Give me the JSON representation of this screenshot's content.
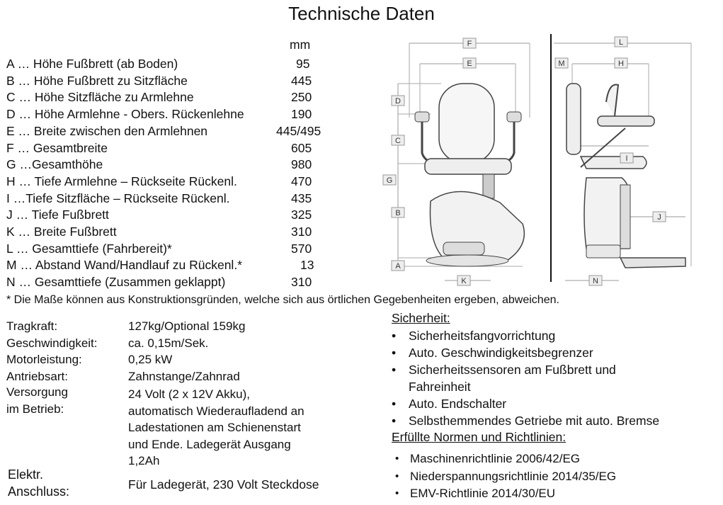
{
  "title": "Technische Daten",
  "unit": "mm",
  "dimensions": [
    {
      "label": "A … Höhe Fußbrett (ab Boden)",
      "value": "95"
    },
    {
      "label": "B … Höhe Fußbrett zu Sitzfläche",
      "value": "445"
    },
    {
      "label": "C … Höhe Sitzfläche zu Armlehne",
      "value": "250"
    },
    {
      "label": "D … Höhe Armlehne - Obers. Rückenlehne",
      "value": "190"
    },
    {
      "label": "E … Breite zwischen den Armlehnen",
      "value": "445/495"
    },
    {
      "label": "F … Gesamtbreite",
      "value": "605"
    },
    {
      "label": "G …Gesamthöhe",
      "value": "980"
    },
    {
      "label": "H … Tiefe Armlehne – Rückseite Rückenl.",
      "value": "470"
    },
    {
      "label": "I …Tiefe Sitzfläche – Rückseite Rückenl.",
      "value": "435"
    },
    {
      "label": "J … Tiefe Fußbrett",
      "value": "325"
    },
    {
      "label": "K … Breite Fußbrett",
      "value": "310"
    },
    {
      "label": "L … Gesamttiefe (Fahrbereit)*",
      "value": "570"
    },
    {
      "label": "M … Abstand Wand/Handlauf zu Rückenl.*",
      "value": "13"
    },
    {
      "label": "N … Gesamttiefe (Zusammen geklappt)",
      "value": "310"
    }
  ],
  "footnote": "* Die Maße können aus Konstruktionsgründen, welche sich aus örtlichen Gegebenheiten ergeben, abweichen.",
  "specs": [
    {
      "label": "Tragkraft:",
      "value": "127kg/Optional 159kg"
    },
    {
      "label": "Geschwindigkeit:",
      "value": "ca. 0,15m/Sek."
    },
    {
      "label": "Motorleistung:",
      "value": "0,25 kW"
    },
    {
      "label": "Antriebsart:",
      "value": "Zahnstange/Zahnrad"
    }
  ],
  "versorgung": {
    "label_lines": [
      "Versorgung",
      "im Betrieb:"
    ],
    "value_lines": [
      "24 Volt (2 x 12V Akku),",
      "automatisch Wiederaufladend an",
      "Ladestationen am Schienenstart",
      "und Ende. Ladegerät Ausgang",
      "1,2Ah"
    ]
  },
  "anschluss": {
    "label_lines": [
      "Elektr.",
      "Anschluss:"
    ],
    "value": "Für Ladegerät, 230 Volt Steckdose"
  },
  "sicherheit": {
    "heading": "Sicherheit:",
    "items": [
      [
        "Sicherheitsfangvorrichtung"
      ],
      [
        "Auto. Geschwindigkeitsbegrenzer"
      ],
      [
        "Sicherheitssensoren am Fußbrett und",
        "Fahreinheit"
      ],
      [
        "Auto. Endschalter"
      ],
      [
        "Selbsthemmendes Getriebe mit auto. Bremse"
      ]
    ]
  },
  "normen": {
    "heading": "Erfüllte Normen und Richtlinien:",
    "items": [
      "Maschinenrichtlinie 2006/42/EG",
      "Niederspannungsrichtlinie 2014/35/EG",
      "EMV-Richtlinie 2014/30/EU"
    ]
  },
  "figure": {
    "front_labels": {
      "F": "F",
      "E": "E",
      "D": "D",
      "C": "C",
      "G": "G",
      "B": "B",
      "A": "A",
      "K": "K"
    },
    "side_labels": {
      "L": "L",
      "M": "M",
      "H": "H",
      "I": "I",
      "J": "J",
      "N": "N"
    }
  }
}
